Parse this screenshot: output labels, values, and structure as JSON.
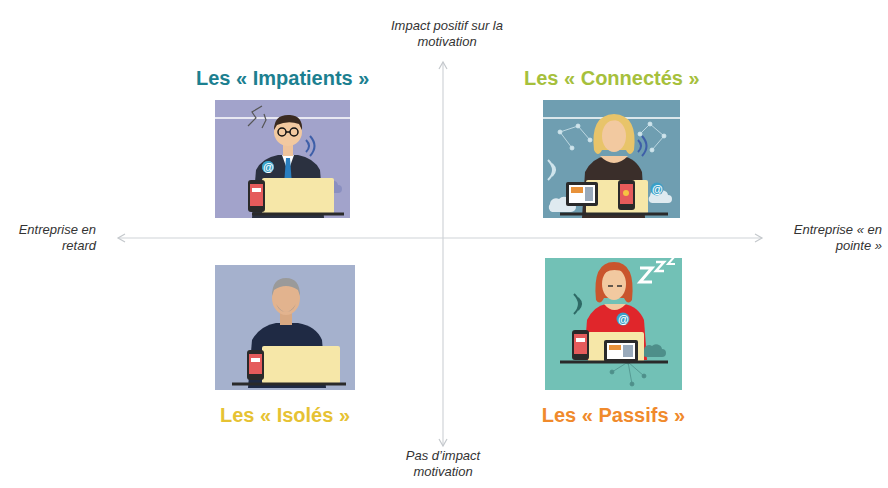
{
  "diagram": {
    "nodes": [
      {
        "text": [
          "Les « Impatients »"
        ]
      },
      {
        "text": [
          "Les « Connectés »"
        ]
      },
      {
        "text": [
          "Les « Isolés »"
        ]
      },
      {
        "text": [
          "Les « Passifs »"
        ]
      }
    ],
    "labels": [
      "Impact positif sur la motivation",
      "Entreprise en retard",
      "Entreprise « en pointe »",
      "Pas d’impact motivation",
      "@",
      "@",
      "@"
    ]
  }
}
